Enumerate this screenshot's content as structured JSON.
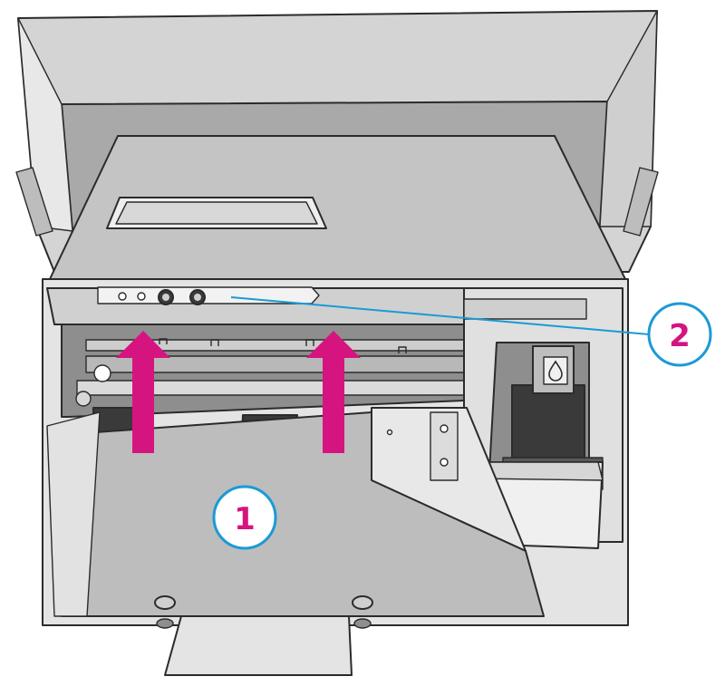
{
  "callouts": [
    {
      "id": "1",
      "label": "1"
    },
    {
      "id": "2",
      "label": "2"
    }
  ],
  "colors": {
    "arrow": "#d6147f",
    "leader_line": "#1a9ad6",
    "callout_ring": "#1a9ad6",
    "callout_text": "#d6147f",
    "body_light": "#e4e4e4",
    "body_mid": "#bdbdbd",
    "body_dark": "#8e8e8e",
    "outline": "#2b2b2b"
  },
  "icons": [
    "up-arrow-icon",
    "down-arrow-icon",
    "ink-drop-icon"
  ]
}
